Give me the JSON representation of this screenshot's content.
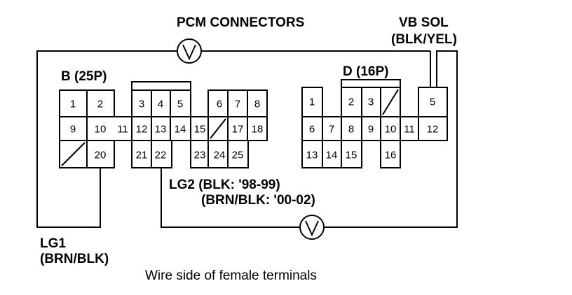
{
  "title": "PCM CONNECTORS",
  "vb_sol": {
    "name": "VB SOL",
    "wire": "(BLK/YEL)"
  },
  "connector_b": {
    "label": "B (25P)",
    "pins": [
      "1",
      "2",
      "3",
      "4",
      "5",
      "6",
      "7",
      "8",
      "9",
      "10",
      "11",
      "12",
      "13",
      "14",
      "15",
      "17",
      "18",
      "20",
      "21",
      "22",
      "23",
      "24",
      "25"
    ]
  },
  "connector_d": {
    "label": "D (16P)",
    "pins": [
      "1",
      "2",
      "3",
      "5",
      "6",
      "7",
      "8",
      "9",
      "10",
      "11",
      "12",
      "13",
      "14",
      "15",
      "16"
    ]
  },
  "lg2": {
    "line1": "LG2 (BLK: '98-99)",
    "line2": "(BRN/BLK: '00-02)"
  },
  "lg1": {
    "name": "LG1",
    "wire": "(BRN/BLK)"
  },
  "caption": "Wire side of female terminals",
  "colors": {
    "ink": "#000000",
    "background": "#ffffff"
  },
  "icons": [
    "voltmeter-icon",
    "voltmeter-icon"
  ]
}
